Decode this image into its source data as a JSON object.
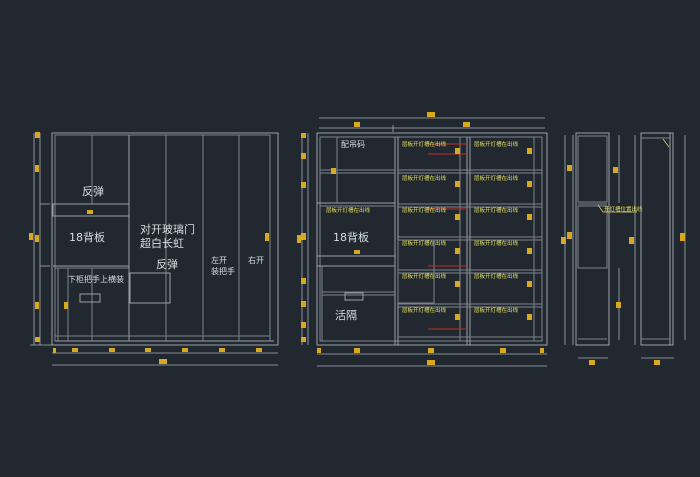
{
  "drawing": {
    "colors": {
      "background": "#212830",
      "lines": "#9aa0a8",
      "dimension_text": "#d8a820",
      "annotation": "#e4e060",
      "leader": "#c0302a"
    },
    "left_elevation": {
      "labels": {
        "rebound_top": "反弹",
        "back_panel": "18背板",
        "glass_door": "对开玻璃门",
        "light": "超白长虹",
        "rebound_mid": "反弹",
        "lower_handle": "下柜把手上横装",
        "left_open": "左开",
        "handle": "装把手",
        "right_open": "右开"
      }
    },
    "middle_elevation": {
      "labels": {
        "hanger": "配吊码",
        "back_panel": "18背板",
        "movable_divider": "活隔",
        "shelf_note": "层板开灯槽在出线"
      }
    },
    "side_view": {
      "labels": {
        "note": "开灯槽位置出线"
      }
    }
  }
}
